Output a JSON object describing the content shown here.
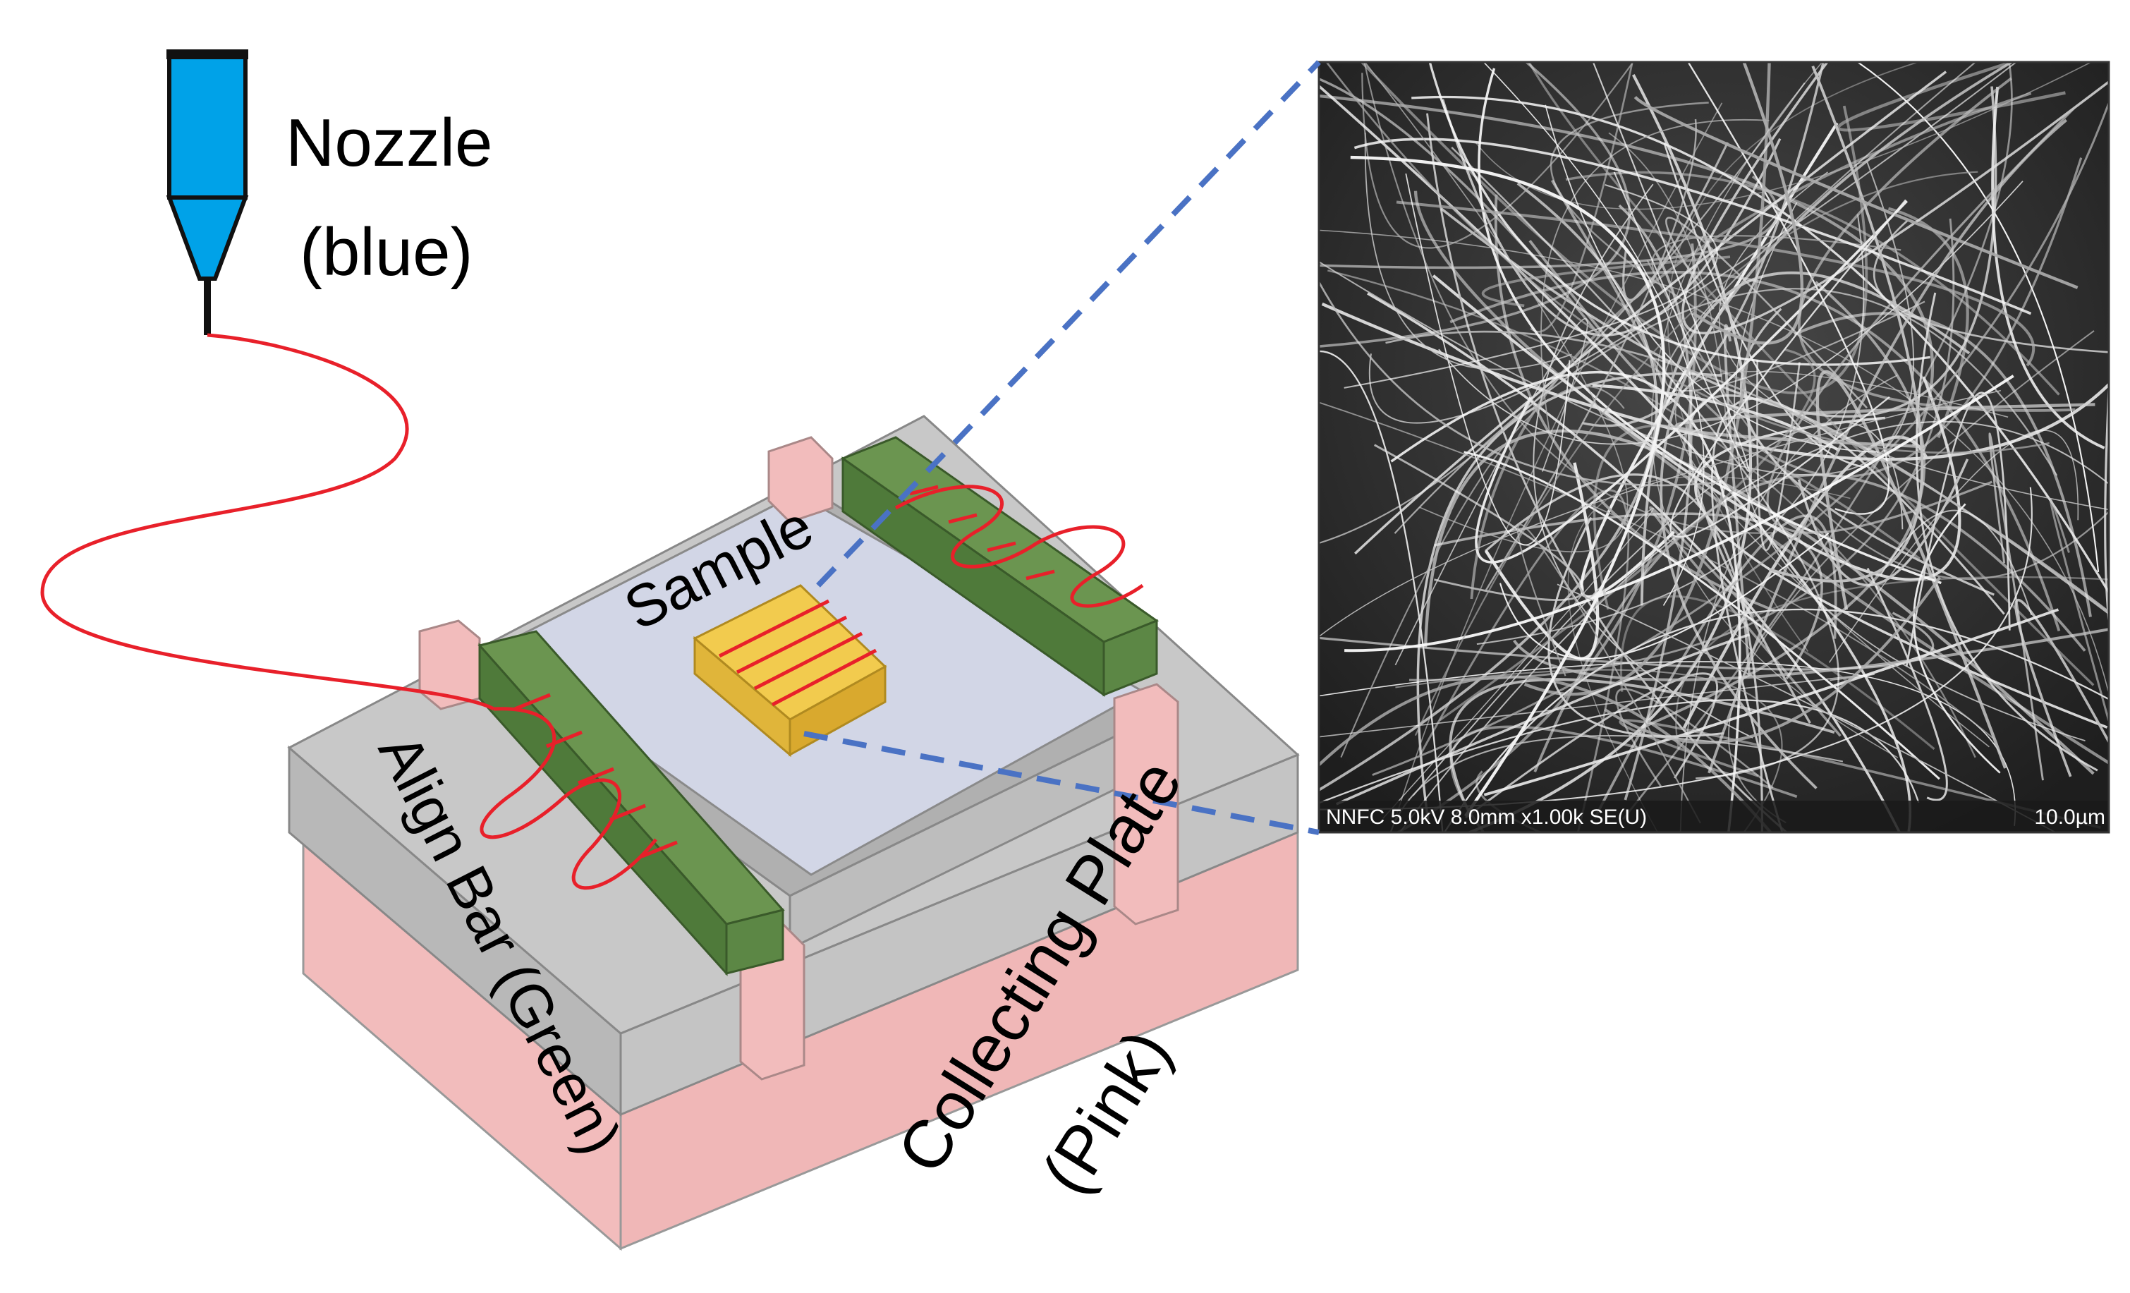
{
  "labels": {
    "nozzle_line1": "Nozzle",
    "nozzle_line2": "(blue)",
    "sample": "Sample",
    "align_bar": "Align Bar (Green)",
    "collecting_line1": "Collecting Plate",
    "collecting_line2": "(Pink)"
  },
  "sem": {
    "info_text": "NNFC 5.0kV 8.0mm x1.00k SE(U)",
    "scale_text": "10.0µm"
  },
  "colors": {
    "nozzle": "#00a2e8",
    "fiber": "#e8202a",
    "align_bar": "#4f7a3a",
    "collecting_plate": "#f2bcbc",
    "base_gray": "#b9b9b9",
    "sample": "#f2cb4e",
    "zoom_lines": "#4a72c4"
  }
}
